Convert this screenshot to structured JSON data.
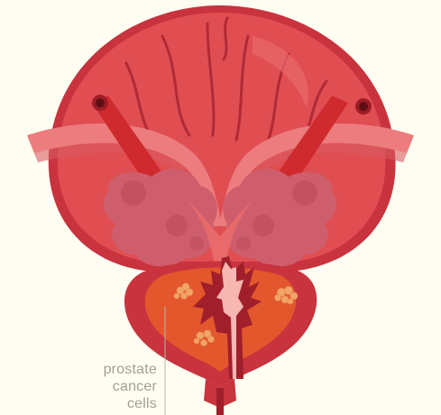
{
  "annotation": {
    "label_lines": [
      "prostate",
      "cancer",
      "cells"
    ]
  },
  "colors": {
    "background": "#fefdf1",
    "bladder_outer": "#c8333e",
    "bladder_inner": "#e04e52",
    "bladder_fold": "#b12a35",
    "ureter": "#ec7c7e",
    "ureter_shadow": "#d75a60",
    "vas_deferens": "#cf2a2e",
    "seminal_vesicle": "#cf5e6c",
    "seminal_vesicle_dark": "#b9495a",
    "prostate_outer": "#c8333e",
    "prostate_inner": "#e3572d",
    "urethra": "#f6b6b2",
    "urethra_wall": "#a11f2b",
    "cancer_cells": "#f2a56b",
    "leader_line": "#b7b4aa",
    "label_text": "#a19f98"
  }
}
